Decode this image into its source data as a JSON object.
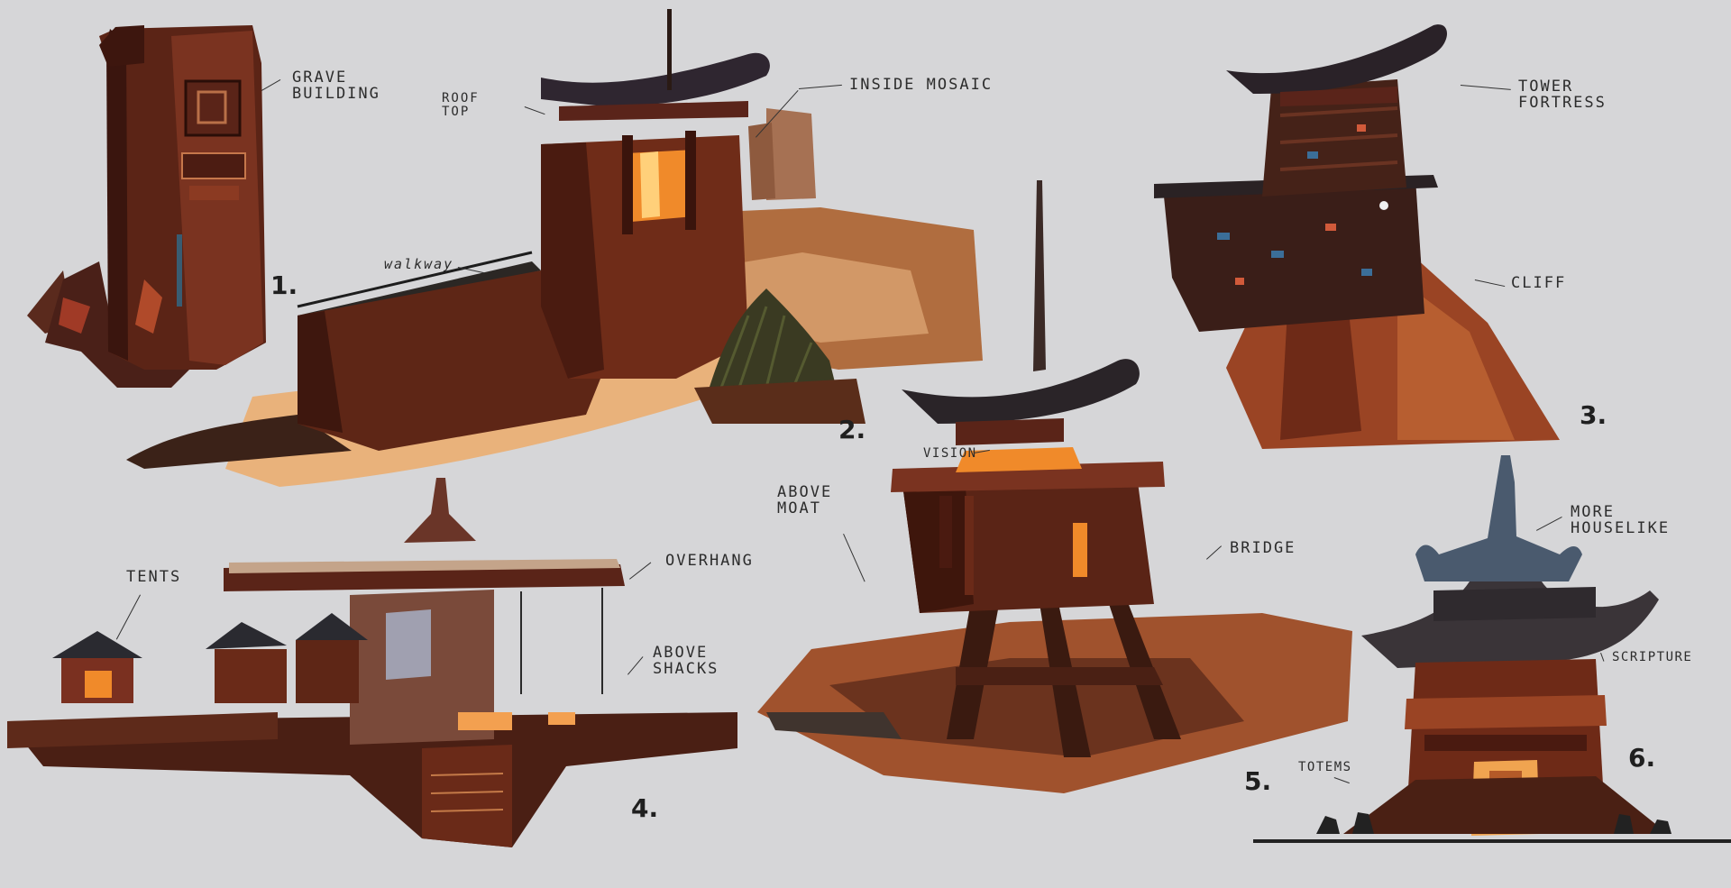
{
  "annotations": {
    "grave_building": "GRAVE\nBUILDING",
    "roof_top": "ROOF\nTOP",
    "inside_mosaic": "INSIDE MOSAIC",
    "walkway": "walkway",
    "tower_fortress": "TOWER\nFORTRESS",
    "cliff": "CLIFF",
    "vision": "VISION",
    "above_moat": "ABOVE\nMOAT",
    "bridge": "BRIDGE",
    "tents": "TENTS",
    "overhang": "OVERHANG",
    "above_shacks": "ABOVE\nSHACKS",
    "more_houselike": "MORE\nHOUSELIKE",
    "scripture": "SCRIPTURE",
    "totems": "TOTEMS"
  },
  "numbers": {
    "n1": "1.",
    "n2": "2.",
    "n3": "3.",
    "n4": "4.",
    "n5": "5.",
    "n6": "6."
  },
  "palette": {
    "background": "#d6d6d8",
    "rust_dark": "#3a1810",
    "rust_mid": "#6e2a17",
    "rust_light": "#9a4424",
    "glow": "#f08a2a",
    "sand": "#e9b27b",
    "slate": "#4a5a6e"
  }
}
